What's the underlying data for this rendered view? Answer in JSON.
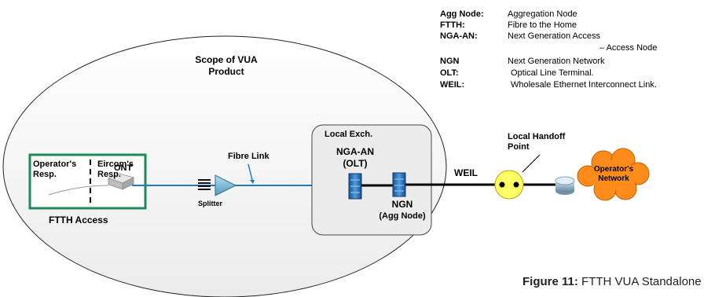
{
  "legend": [
    {
      "term": "Agg Node:",
      "definition": "Aggregation Node"
    },
    {
      "term": "FTTH:",
      "definition": "Fibre to the Home"
    },
    {
      "term": "NGA-AN:",
      "definition": "Next Generation Access"
    },
    {
      "term": "",
      "definition": "– Access Node"
    },
    {
      "term": "NGN",
      "definition": "Next Generation Network"
    },
    {
      "term": "OLT:",
      "definition": "Optical Line Terminal."
    },
    {
      "term": "WEIL:",
      "definition": "Wholesale Ethernet Interconnect Link."
    }
  ],
  "scope": {
    "line1": "Scope of VUA",
    "line2": "Product"
  },
  "ftth_box": {
    "operator_line1": "Operator's",
    "operator_line2": "Resp.",
    "eircom_line1": "Eircom's",
    "eircom_line2": "Resp.",
    "ont": "ONT",
    "access_label": "FTTH Access"
  },
  "splitter": "Splitter",
  "fibre_link": "Fibre Link",
  "local_exch": {
    "title": "Local Exch.",
    "nga_line1": "NGA-AN",
    "nga_line2": "(OLT)",
    "ngn_line1": "NGN",
    "ngn_line2": "(Agg Node)"
  },
  "weil": "WEIL",
  "handoff": {
    "line1": "Local Handoff",
    "line2": "Point"
  },
  "operator_network": {
    "line1": "Operator's",
    "line2": "Network"
  },
  "caption": {
    "figure": "Figure 11:",
    "text": " FTTH VUA Standalone"
  },
  "colors": {
    "ftth_border": "#1e8a5a",
    "fibre": "#1f7ac8",
    "cloud": "#ff8c1a",
    "handoff": "#ffff66",
    "server": "#2a6fb0"
  }
}
